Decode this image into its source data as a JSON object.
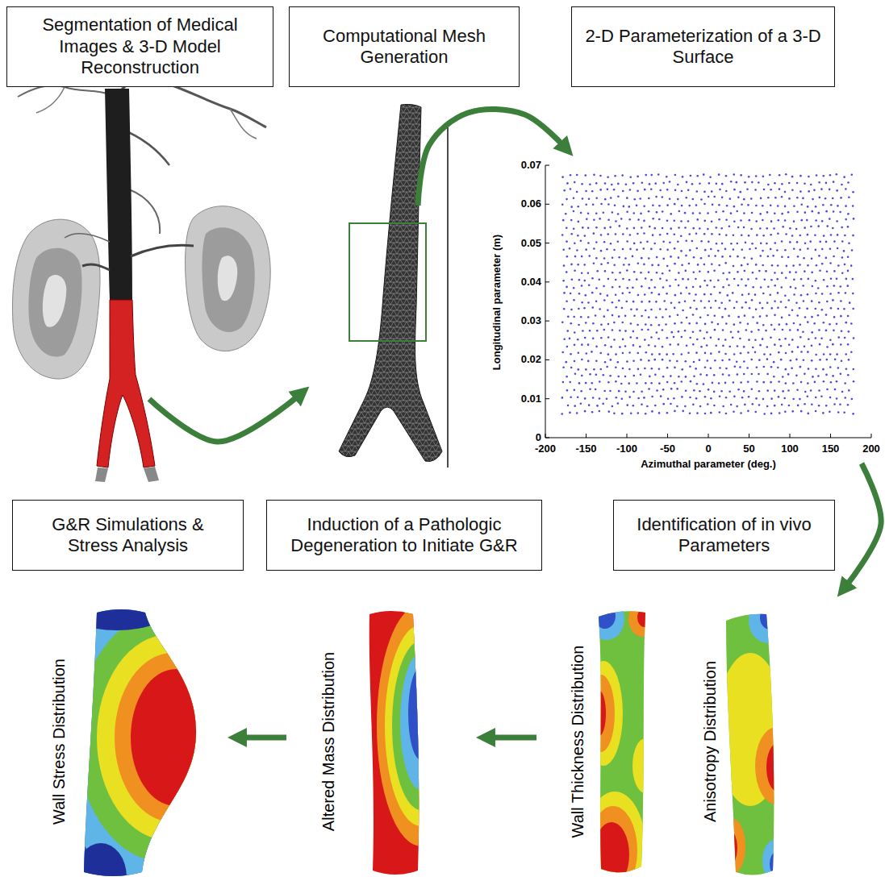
{
  "diagram": {
    "nodes": [
      {
        "text": [
          "Segmentation of Medical Images & 3-D Model Reconstruction"
        ]
      },
      {
        "text": [
          "Computational Mesh Generation"
        ]
      },
      {
        "text": [
          "2-D Parameterization of a 3-D Surface"
        ]
      },
      {
        "text": [
          "G&R Simulations & Stress Analysis"
        ]
      },
      {
        "text": [
          "Induction of a Pathologic Degeneration to Initiate G&R"
        ]
      },
      {
        "text": [
          "Identification of in vivo Parameters"
        ]
      }
    ],
    "edges": [
      {
        "from": 0,
        "to": 1,
        "arrow": "to"
      },
      {
        "from": 1,
        "to": 2,
        "arrow": "to"
      },
      {
        "from": 2,
        "to": 5,
        "arrow": "to"
      },
      {
        "from": 5,
        "to": 4,
        "arrow": "to"
      },
      {
        "from": 4,
        "to": 3,
        "arrow": "to"
      }
    ],
    "labels": [
      "0.07",
      "0.06",
      "0.05",
      "0.04",
      "0.03",
      "0.02",
      "0.01",
      "0",
      "-200",
      "-150",
      "-100",
      "-50",
      "0",
      "50",
      "100",
      "150",
      "200",
      "Azimuthal parameter (deg.)",
      "Longitudinal parameter (m)",
      "Wall Stress Distribution",
      "Altered Mass Distribution",
      "Wall Thickness Distribution",
      "Anisotropy Distribution"
    ]
  }
}
